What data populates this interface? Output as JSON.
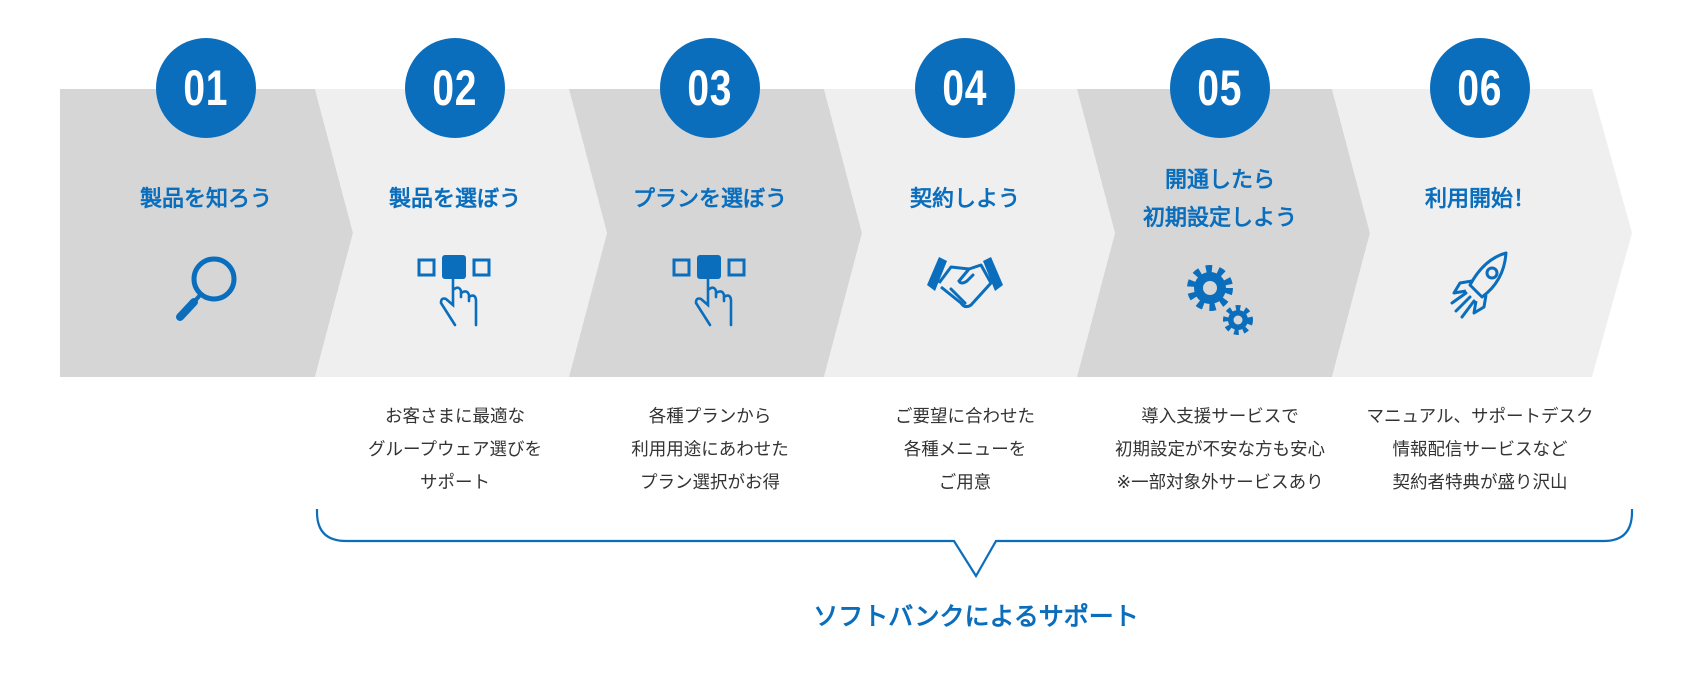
{
  "colors": {
    "accent": "#0a6ebd",
    "band_dark": "#d6d6d6",
    "band_light": "#efefef",
    "text": "#333333"
  },
  "steps": [
    {
      "number": "01",
      "title": "製品を知ろう",
      "icon": "magnifier-icon",
      "description": ""
    },
    {
      "number": "02",
      "title": "製品を選ぼう",
      "icon": "select-hand-icon",
      "description": "お客さまに最適な\nグループウェア選びを\nサポート"
    },
    {
      "number": "03",
      "title": "プランを選ぼう",
      "icon": "select-hand-icon",
      "description": "各種プランから\n利用用途にあわせた\nプラン選択がお得"
    },
    {
      "number": "04",
      "title": "契約しよう",
      "icon": "handshake-icon",
      "description": "ご要望に合わせた\n各種メニューを\nご用意"
    },
    {
      "number": "05",
      "title": "開通したら\n初期設定しよう",
      "icon": "gears-icon",
      "description": "導入支援サービスで\n初期設定が不安な方も安心\n※一部対象外サービスあり"
    },
    {
      "number": "06",
      "title": "利用開始！",
      "icon": "rocket-icon",
      "description": "マニュアル、サポートデスク\n情報配信サービスなど\n契約者特典が盛り沢山"
    }
  ],
  "support_label": "ソフトバンクによるサポート"
}
